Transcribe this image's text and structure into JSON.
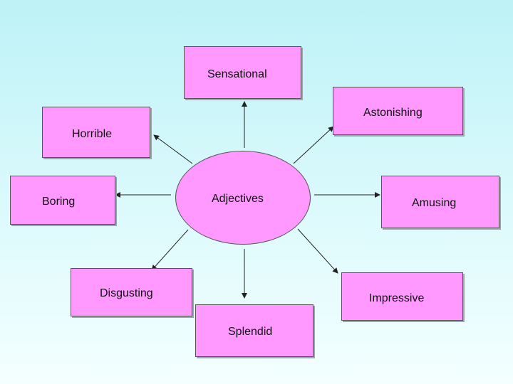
{
  "center": {
    "label": "Adjectives"
  },
  "nodes": [
    {
      "id": "sensational",
      "label": "Sensational"
    },
    {
      "id": "astonishing",
      "label": "Astonishing"
    },
    {
      "id": "horrible",
      "label": "Horrible"
    },
    {
      "id": "boring",
      "label": "Boring"
    },
    {
      "id": "amusing",
      "label": "Amusing"
    },
    {
      "id": "disgusting",
      "label": "Disgusting"
    },
    {
      "id": "splendid",
      "label": "Splendid"
    },
    {
      "id": "impressive",
      "label": "Impressive"
    }
  ],
  "colors": {
    "node_fill": "#ff99ff",
    "border": "#555555",
    "arrow": "#222222"
  }
}
